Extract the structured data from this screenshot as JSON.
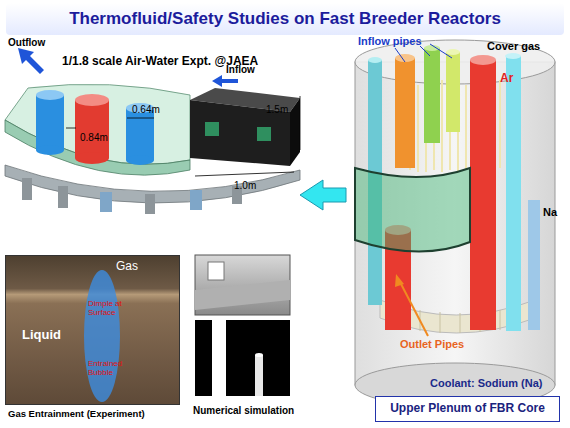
{
  "diagram": {
    "title": "Thermofluid/Safety Studies on Fast Breeder Reactors",
    "nodes": [
      {
        "text": [
          "Gas",
          "Liquid",
          "Gas Entrainment (Experiment)"
        ]
      },
      {
        "text": [
          "Dimple at Surface",
          "Entrained Bubble"
        ],
        "in": 0
      },
      {
        "text": [
          "Upper Plenum of FBR Core"
        ]
      }
    ],
    "labels": [
      "1/1.8 scale Air-Water Expt. @JAEA",
      "Outflow",
      "Inflow",
      "1.5m",
      "0.84m",
      "0.64m",
      "1.0m",
      "Inflow pipes",
      "Cover gas",
      "Ar",
      "Na",
      "Outlet Pipes",
      "Coolant: Sodium (Na)",
      "Numerical simulation"
    ]
  }
}
